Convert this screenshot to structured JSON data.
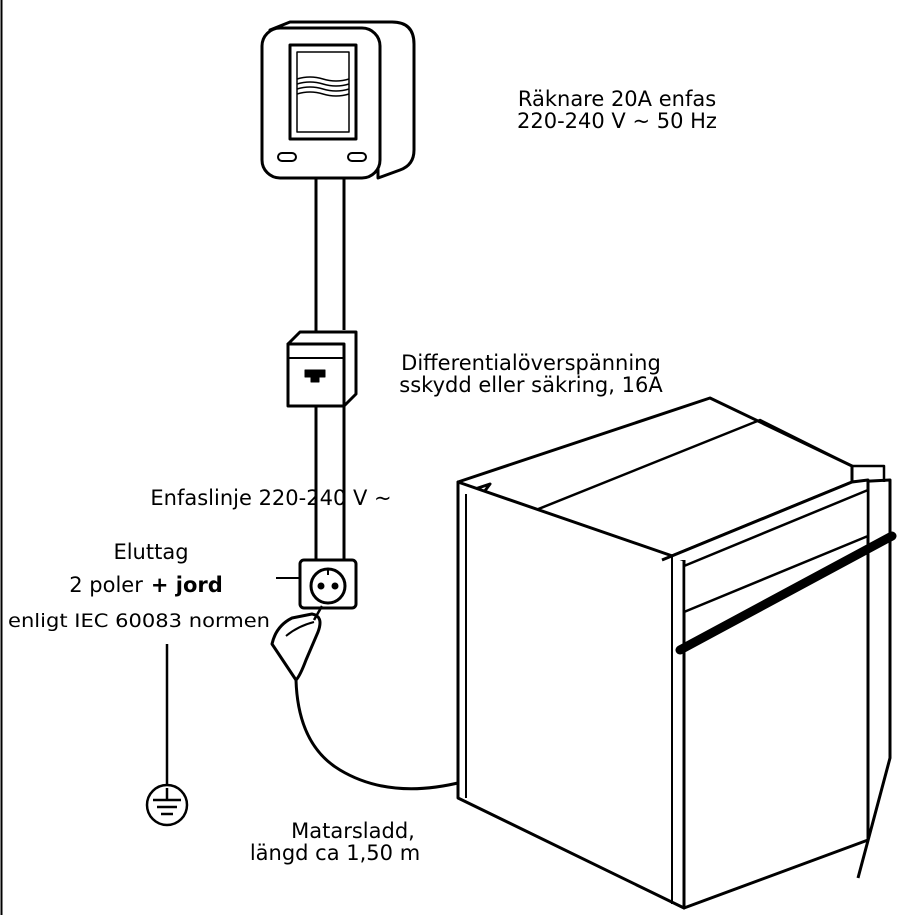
{
  "labels": {
    "meter_line1": "Räknare 20A enfas",
    "meter_line2": "220-240 V ~ 50 Hz",
    "breaker_line1": "Differentialöverspänning",
    "breaker_line2": "sskydd eller säkring, 16A",
    "line_label": "Enfaslinje 220-240 V ~",
    "outlet_line1": "Eluttag",
    "outlet_line2_normal": "2 poler",
    "outlet_line2_bold": "+ jord",
    "outlet_line3": "enligt IEC 60083 normen",
    "cable_line1": "Matarsladd,",
    "cable_line2": "längd ca 1,50 m"
  },
  "colors": {
    "line": "#000000",
    "background": "#ffffff"
  },
  "icons": {
    "meter": "electricity-meter-icon",
    "breaker": "breaker-box-icon",
    "outlet": "wall-socket-icon",
    "plug": "plug-icon",
    "ground": "ground-symbol-icon",
    "oven": "built-in-oven-icon"
  }
}
